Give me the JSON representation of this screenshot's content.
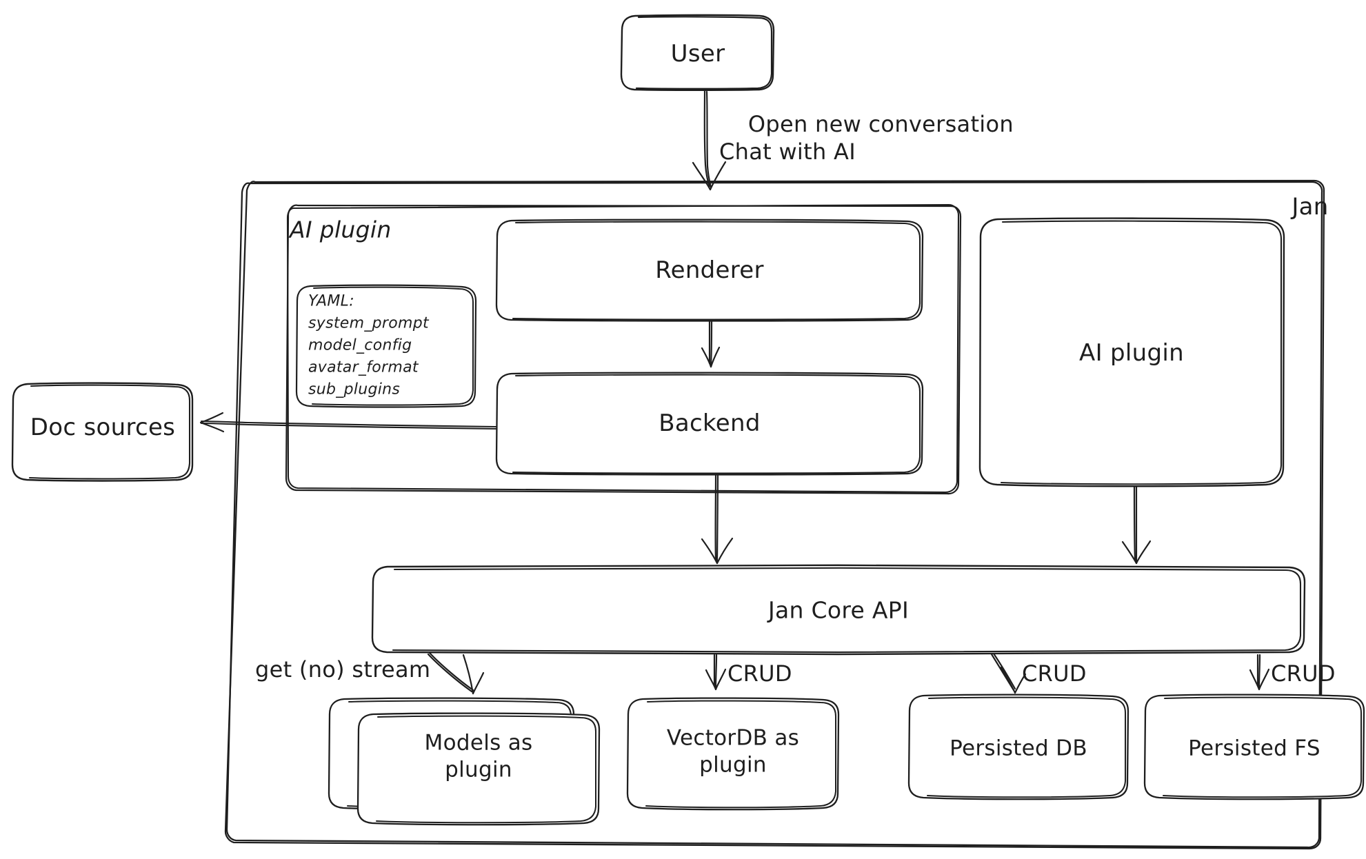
{
  "diagram": {
    "title": "Jan architecture diagram",
    "style": "hand-drawn whiteboard (excalidraw)",
    "stroke_color": "#1e1e1e",
    "background_color": "#ffffff"
  },
  "containers": {
    "jan": {
      "label": "Jan"
    },
    "ai_plugin_group": {
      "label": "AI plugin"
    }
  },
  "nodes": {
    "user": {
      "label": "User"
    },
    "renderer": {
      "label": "Renderer"
    },
    "backend": {
      "label": "Backend"
    },
    "ai_plugin_right": {
      "label": "AI plugin"
    },
    "doc_sources": {
      "label": "Doc sources"
    },
    "jan_core_api": {
      "label": "Jan Core API"
    },
    "models_as_plugin": {
      "label": "Models as\nplugin"
    },
    "vectordb_as_plugin": {
      "label": "VectorDB as\nplugin"
    },
    "persisted_db": {
      "label": "Persisted DB"
    },
    "persisted_fs": {
      "label": "Persisted FS"
    }
  },
  "yaml_note": {
    "header": "YAML:",
    "lines": [
      "system_prompt",
      "model_config",
      "avatar_format",
      "sub_plugins"
    ]
  },
  "edge_labels": {
    "user_to_renderer": "Open new conversation\nChat with AI",
    "core_to_models": "get (no) stream",
    "core_to_vectordb": "CRUD",
    "core_to_persisted_db": "CRUD",
    "core_to_persisted_fs": "CRUD"
  },
  "edges": [
    {
      "from": "user",
      "to": "renderer",
      "label": "Open new conversation Chat with AI"
    },
    {
      "from": "renderer",
      "to": "backend",
      "label": ""
    },
    {
      "from": "backend",
      "to": "doc_sources",
      "label": ""
    },
    {
      "from": "backend",
      "to": "jan_core_api",
      "label": ""
    },
    {
      "from": "ai_plugin_right",
      "to": "jan_core_api",
      "label": ""
    },
    {
      "from": "jan_core_api",
      "to": "models_as_plugin",
      "label": "get (no) stream"
    },
    {
      "from": "jan_core_api",
      "to": "vectordb_as_plugin",
      "label": "CRUD"
    },
    {
      "from": "jan_core_api",
      "to": "persisted_db",
      "label": "CRUD"
    },
    {
      "from": "jan_core_api",
      "to": "persisted_fs",
      "label": "CRUD"
    }
  ]
}
